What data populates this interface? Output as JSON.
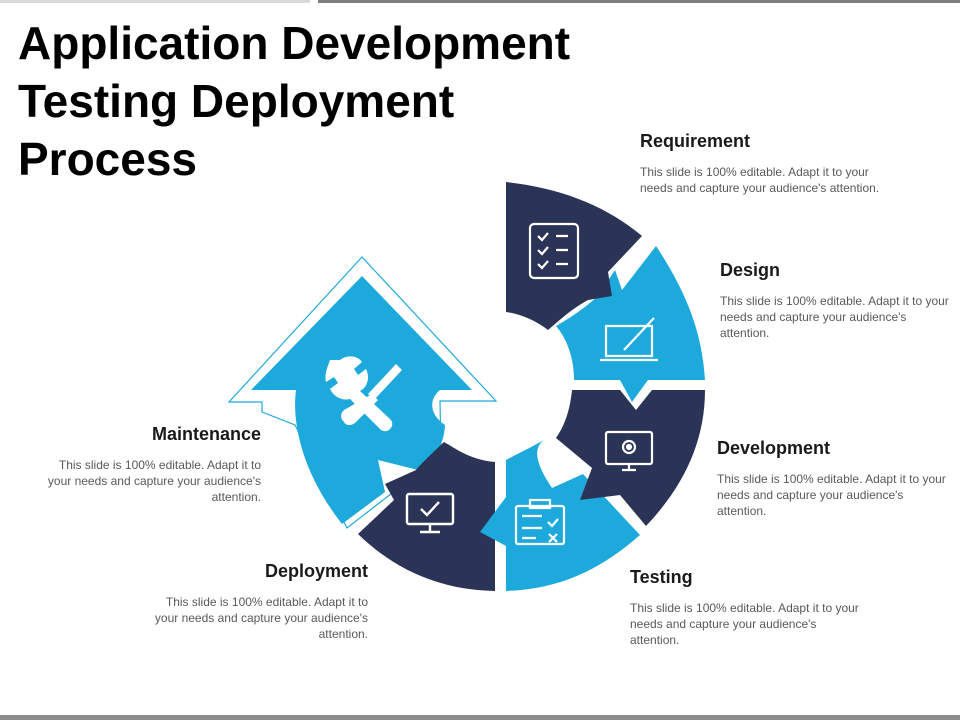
{
  "title_lines": [
    "Application Development",
    "Testing Deployment",
    "Process"
  ],
  "steps": [
    {
      "name": "Requirement",
      "desc": "This slide is 100% editable. Adapt it to your needs and capture your audience's attention.",
      "icon": "checklist-tablet-icon"
    },
    {
      "name": "Design",
      "desc": "This slide is 100% editable. Adapt it to your needs and capture your audience's attention.",
      "icon": "laptop-brush-icon"
    },
    {
      "name": "Development",
      "desc": "This slide is 100% editable. Adapt it to your needs and capture your audience's attention.",
      "icon": "monitor-gear-icon"
    },
    {
      "name": "Testing",
      "desc": "This slide is 100% editable. Adapt it to your needs and capture your audience's attention.",
      "icon": "clipboard-check-icon"
    },
    {
      "name": "Deployment",
      "desc": "This slide is 100% editable. Adapt it to your needs and capture your audience's attention.",
      "icon": "monitor-check-icon"
    },
    {
      "name": "Maintenance",
      "desc": "This slide is 100% editable. Adapt it to your needs and capture your audience's attention.",
      "icon": "wrench-screwdriver-icon"
    }
  ],
  "colors": {
    "navy": "#2b3457",
    "cyan": "#1ea9dc"
  }
}
